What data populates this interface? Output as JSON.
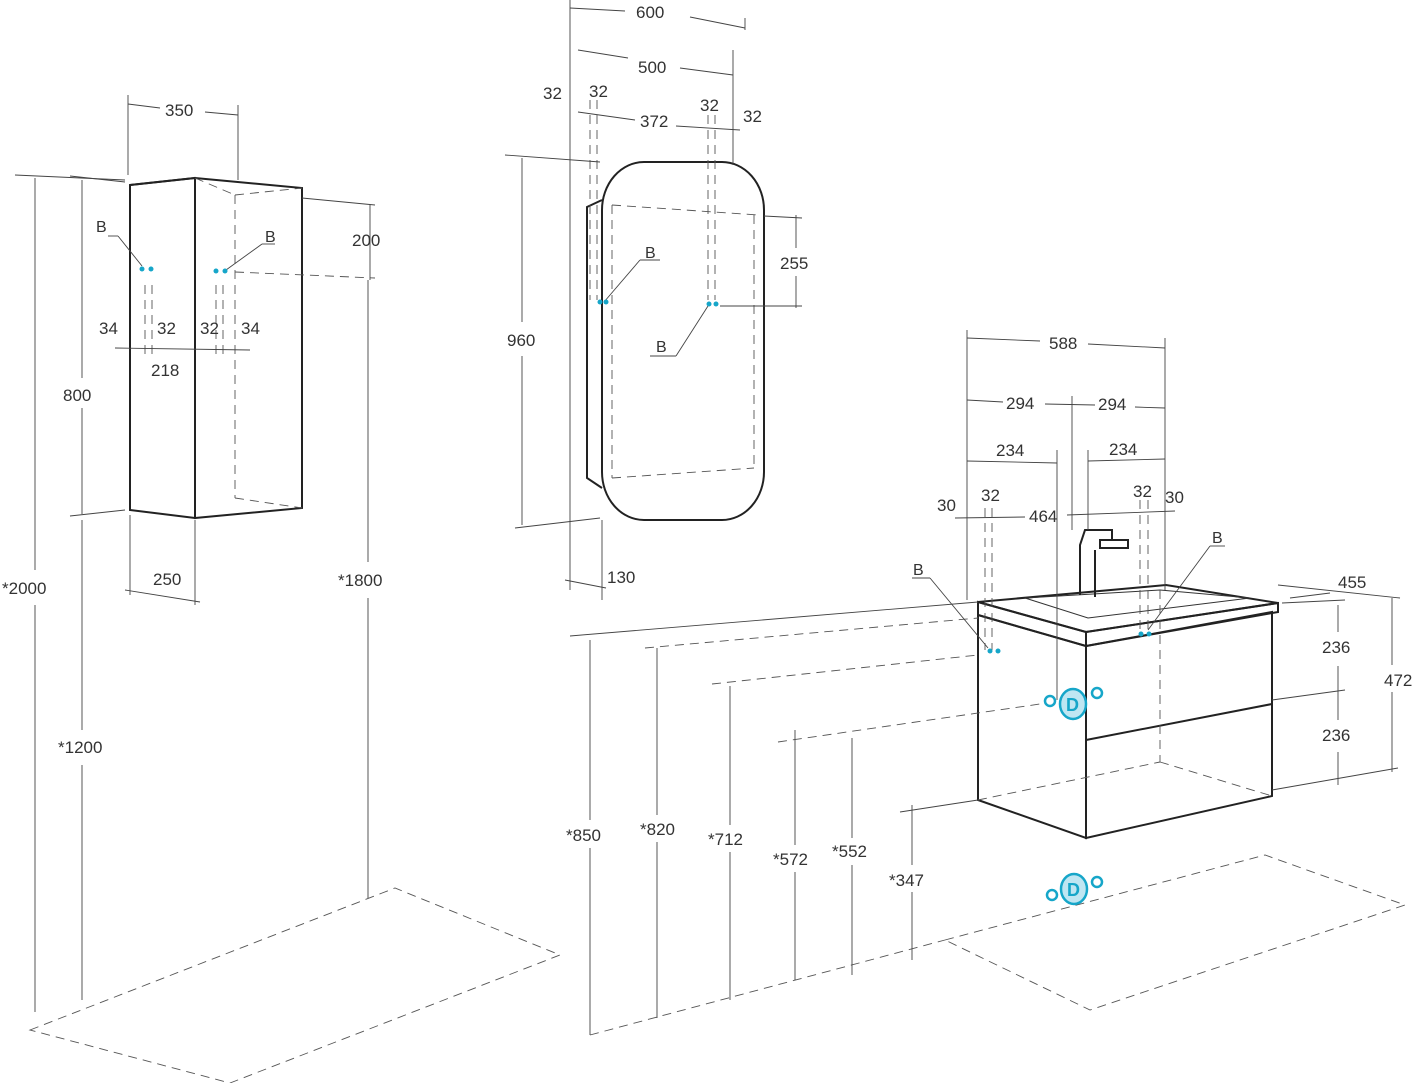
{
  "dimensions": {
    "tall_width": "350",
    "tall_top_gap": "200",
    "tall_holes_left": "34",
    "tall_holes_a": "32",
    "tall_holes_b": "32",
    "tall_holes_right": "34",
    "tall_holes_span": "218",
    "tall_height": "800",
    "tall_depth": "250",
    "tall_floor_total": "*2000",
    "tall_floor_bottom": "*1200",
    "tall_floor_hanger": "*1800",
    "mirror_width": "600",
    "mirror_inner": "500",
    "mirror_left_a": "32",
    "mirror_left_b": "32",
    "mirror_center": "372",
    "mirror_right_a": "32",
    "mirror_right_b": "32",
    "mirror_hanger_drop": "255",
    "mirror_height": "960",
    "mirror_depth": "130",
    "vanity_width": "588",
    "vanity_half_left": "294",
    "vanity_half_right": "294",
    "vanity_span_left": "234",
    "vanity_span_right": "234",
    "vanity_edge_left": "30",
    "vanity_hole_left": "32",
    "vanity_holes_span": "464",
    "vanity_hole_right": "32",
    "vanity_edge_right": "30",
    "vanity_depth": "455",
    "vanity_upper": "236",
    "vanity_lower": "236",
    "vanity_height": "472",
    "floor_850": "*850",
    "floor_820": "*820",
    "floor_712": "*712",
    "floor_572": "*572",
    "floor_552": "*552",
    "floor_347": "*347"
  },
  "markers": {
    "mount_b": "B",
    "connection_d": "D"
  },
  "colors": {
    "line": "#333333",
    "accent": "#16a6c9"
  }
}
